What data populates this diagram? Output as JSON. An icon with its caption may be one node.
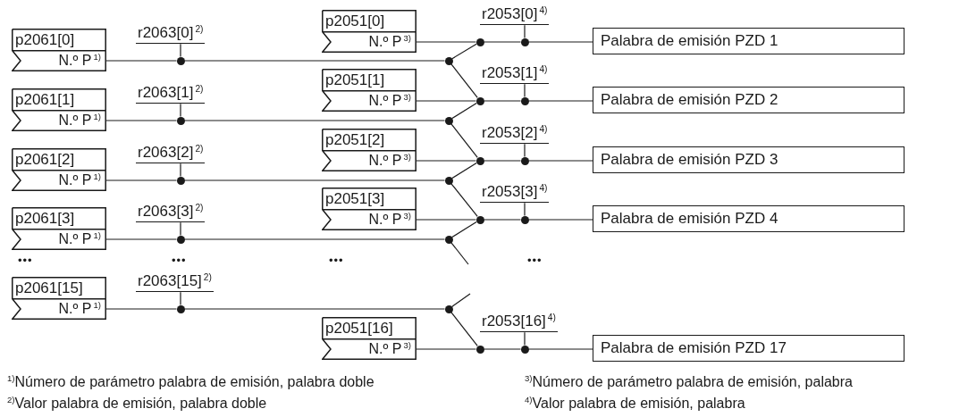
{
  "diagram": {
    "nodes": [
      {
        "text": [
          "p2061[0]",
          "N.º P$^{1)}$"
        ]
      },
      {
        "text": [
          "p2061[1]",
          "N.º P$^{1)}$"
        ]
      },
      {
        "text": [
          "p2061[2]",
          "N.º P$^{1)}$"
        ]
      },
      {
        "text": [
          "p2061[3]",
          "N.º P$^{1)}$"
        ]
      },
      {
        "text": [
          "p2061[15]",
          "N.º P$^{1)}$"
        ]
      },
      {
        "text": [
          "r2063[0]$^{2)}$"
        ]
      },
      {
        "text": [
          "r2063[1]$^{2)}$"
        ]
      },
      {
        "text": [
          "r2063[2]$^{2)}$"
        ]
      },
      {
        "text": [
          "r2063[3]$^{2)}$"
        ]
      },
      {
        "text": [
          "r2063[15]$^{2)}$"
        ]
      },
      {
        "text": [],
        "shape": "circle"
      },
      {
        "text": [],
        "shape": "circle"
      },
      {
        "text": [],
        "shape": "circle"
      },
      {
        "text": [],
        "shape": "circle"
      },
      {
        "text": [],
        "shape": "circle"
      },
      {
        "text": [],
        "shape": "circle"
      },
      {
        "text": [],
        "shape": "circle"
      },
      {
        "text": [],
        "shape": "circle"
      },
      {
        "text": [],
        "shape": "circle"
      },
      {
        "text": [],
        "shape": "circle"
      },
      {
        "text": [
          "p2051[0]",
          "N.º P$^{3)}$"
        ]
      },
      {
        "text": [
          "p2051[1]",
          "N.º P$^{3)}$"
        ]
      },
      {
        "text": [
          "p2051[2]",
          "N.º P$^{3)}$"
        ]
      },
      {
        "text": [
          "p2051[3]",
          "N.º P$^{3)}$"
        ]
      },
      {
        "text": [
          "p2051[16]",
          "N.º P$^{3)}$"
        ]
      },
      {
        "text": [],
        "shape": "circle"
      },
      {
        "text": [],
        "shape": "circle"
      },
      {
        "text": [],
        "shape": "circle"
      },
      {
        "text": [],
        "shape": "circle"
      },
      {
        "text": [],
        "shape": "circle"
      },
      {
        "text": [
          "r2053[0]$^{4)}$"
        ]
      },
      {
        "text": [
          "r2053[1]$^{4)}$"
        ]
      },
      {
        "text": [
          "r2053[2]$^{4)}$"
        ]
      },
      {
        "text": [
          "r2053[3]$^{4)}$"
        ]
      },
      {
        "text": [
          "r2053[16]$^{4)}$"
        ]
      },
      {
        "text": [],
        "shape": "circle"
      },
      {
        "text": [],
        "shape": "circle"
      },
      {
        "text": [],
        "shape": "circle"
      },
      {
        "text": [],
        "shape": "circle"
      },
      {
        "text": [],
        "shape": "circle"
      },
      {
        "text": [
          "Palabra de emisión PZD 1"
        ]
      },
      {
        "text": [
          "Palabra de emisión PZD 2"
        ]
      },
      {
        "text": [
          "Palabra de emisión PZD 3"
        ]
      },
      {
        "text": [
          "Palabra de emisión PZD 4"
        ]
      },
      {
        "text": [
          "Palabra de emisión PZD 17"
        ]
      }
    ],
    "edges": [
      {
        "from": 0,
        "to": 10,
        "arrow": "none"
      },
      {
        "from": 1,
        "to": 11,
        "arrow": "none"
      },
      {
        "from": 2,
        "to": 12,
        "arrow": "none"
      },
      {
        "from": 3,
        "to": 13,
        "arrow": "none"
      },
      {
        "from": 4,
        "to": 14,
        "arrow": "none"
      },
      {
        "from": 10,
        "to": 15,
        "arrow": "none"
      },
      {
        "from": 11,
        "to": 16,
        "arrow": "none"
      },
      {
        "from": 12,
        "to": 17,
        "arrow": "none"
      },
      {
        "from": 13,
        "to": 18,
        "arrow": "none"
      },
      {
        "from": 14,
        "to": 19,
        "arrow": "none"
      },
      {
        "from": 5,
        "to": 10,
        "arrow": "none"
      },
      {
        "from": 6,
        "to": 11,
        "arrow": "none"
      },
      {
        "from": 7,
        "to": 12,
        "arrow": "none"
      },
      {
        "from": 8,
        "to": 13,
        "arrow": "none"
      },
      {
        "from": 9,
        "to": 14,
        "arrow": "none"
      },
      {
        "from": 15,
        "to": 25,
        "arrow": "none"
      },
      {
        "from": 15,
        "to": 26,
        "arrow": "none"
      },
      {
        "from": 16,
        "to": 26,
        "arrow": "none"
      },
      {
        "from": 16,
        "to": 27,
        "arrow": "none"
      },
      {
        "from": 17,
        "to": 27,
        "arrow": "none"
      },
      {
        "from": 17,
        "to": 28,
        "arrow": "none"
      },
      {
        "from": 18,
        "to": 28,
        "arrow": "none"
      },
      {
        "from": 18,
        "to": null,
        "arrow": "none"
      },
      {
        "from": 19,
        "to": null,
        "arrow": "none"
      },
      {
        "from": 19,
        "to": 29,
        "arrow": "none"
      },
      {
        "from": 20,
        "to": 25,
        "arrow": "none"
      },
      {
        "from": 21,
        "to": 26,
        "arrow": "none"
      },
      {
        "from": 22,
        "to": 27,
        "arrow": "none"
      },
      {
        "from": 23,
        "to": 28,
        "arrow": "none"
      },
      {
        "from": 24,
        "to": 29,
        "arrow": "none"
      },
      {
        "from": 25,
        "to": 35,
        "arrow": "none"
      },
      {
        "from": 26,
        "to": 36,
        "arrow": "none"
      },
      {
        "from": 27,
        "to": 37,
        "arrow": "none"
      },
      {
        "from": 28,
        "to": 38,
        "arrow": "none"
      },
      {
        "from": 29,
        "to": 39,
        "arrow": "none"
      },
      {
        "from": 30,
        "to": 35,
        "arrow": "none"
      },
      {
        "from": 31,
        "to": 36,
        "arrow": "none"
      },
      {
        "from": 32,
        "to": 37,
        "arrow": "none"
      },
      {
        "from": 33,
        "to": 38,
        "arrow": "none"
      },
      {
        "from": 34,
        "to": 39,
        "arrow": "none"
      },
      {
        "from": 35,
        "to": 40,
        "arrow": "none"
      },
      {
        "from": 36,
        "to": 41,
        "arrow": "none"
      },
      {
        "from": 37,
        "to": 42,
        "arrow": "none"
      },
      {
        "from": 38,
        "to": 43,
        "arrow": "none"
      },
      {
        "from": 39,
        "to": 44,
        "arrow": "none"
      }
    ],
    "labels": [
      "•••",
      "•••",
      "•••",
      "•••",
      "$^{1)}$Número de parámetro palabra de emisión, palabra doble",
      "$^{3)}$Número de parámetro palabra de emisión, palabra",
      "$^{2)}$Valor palabra de emisión, palabra doble",
      "$^{4)}$Valor palabra de emisión, palabra"
    ]
  }
}
